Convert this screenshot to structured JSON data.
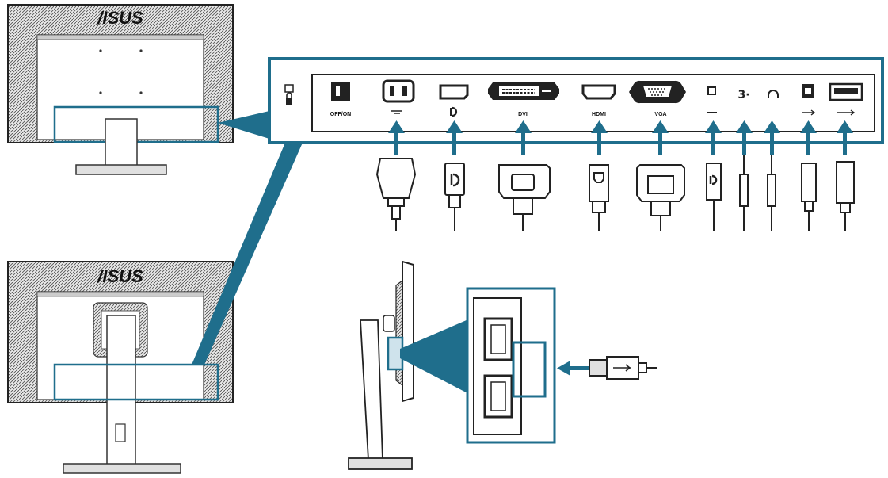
{
  "brand": "/ISUS",
  "accent_color": "#1f6e8c",
  "ports": [
    {
      "id": "power-switch",
      "label": "OFF/ON",
      "icon": "power-switch-icon"
    },
    {
      "id": "ac-in",
      "label": "",
      "icon": "ac-power-icon"
    },
    {
      "id": "displayport",
      "label": "",
      "icon": "displayport-icon"
    },
    {
      "id": "dvi",
      "label": "DVI",
      "icon": "dvi-port-icon"
    },
    {
      "id": "hdmi",
      "label": "HDMI",
      "icon": "hdmi-port-icon"
    },
    {
      "id": "vga",
      "label": "VGA",
      "icon": "vga-port-icon"
    },
    {
      "id": "mini-dp",
      "label": "",
      "icon": "mini-displayport-icon"
    },
    {
      "id": "audio-in",
      "label": "",
      "icon": "audio-in-icon"
    },
    {
      "id": "earphone",
      "label": "",
      "icon": "headphone-icon"
    },
    {
      "id": "usb-up",
      "label": "",
      "icon": "usb-upstream-icon"
    },
    {
      "id": "usb-down",
      "label": "",
      "icon": "usb-downstream-icon"
    }
  ],
  "lock_icon": "kensington-lock-icon",
  "side_usb_icon": "usb-plug-icon"
}
